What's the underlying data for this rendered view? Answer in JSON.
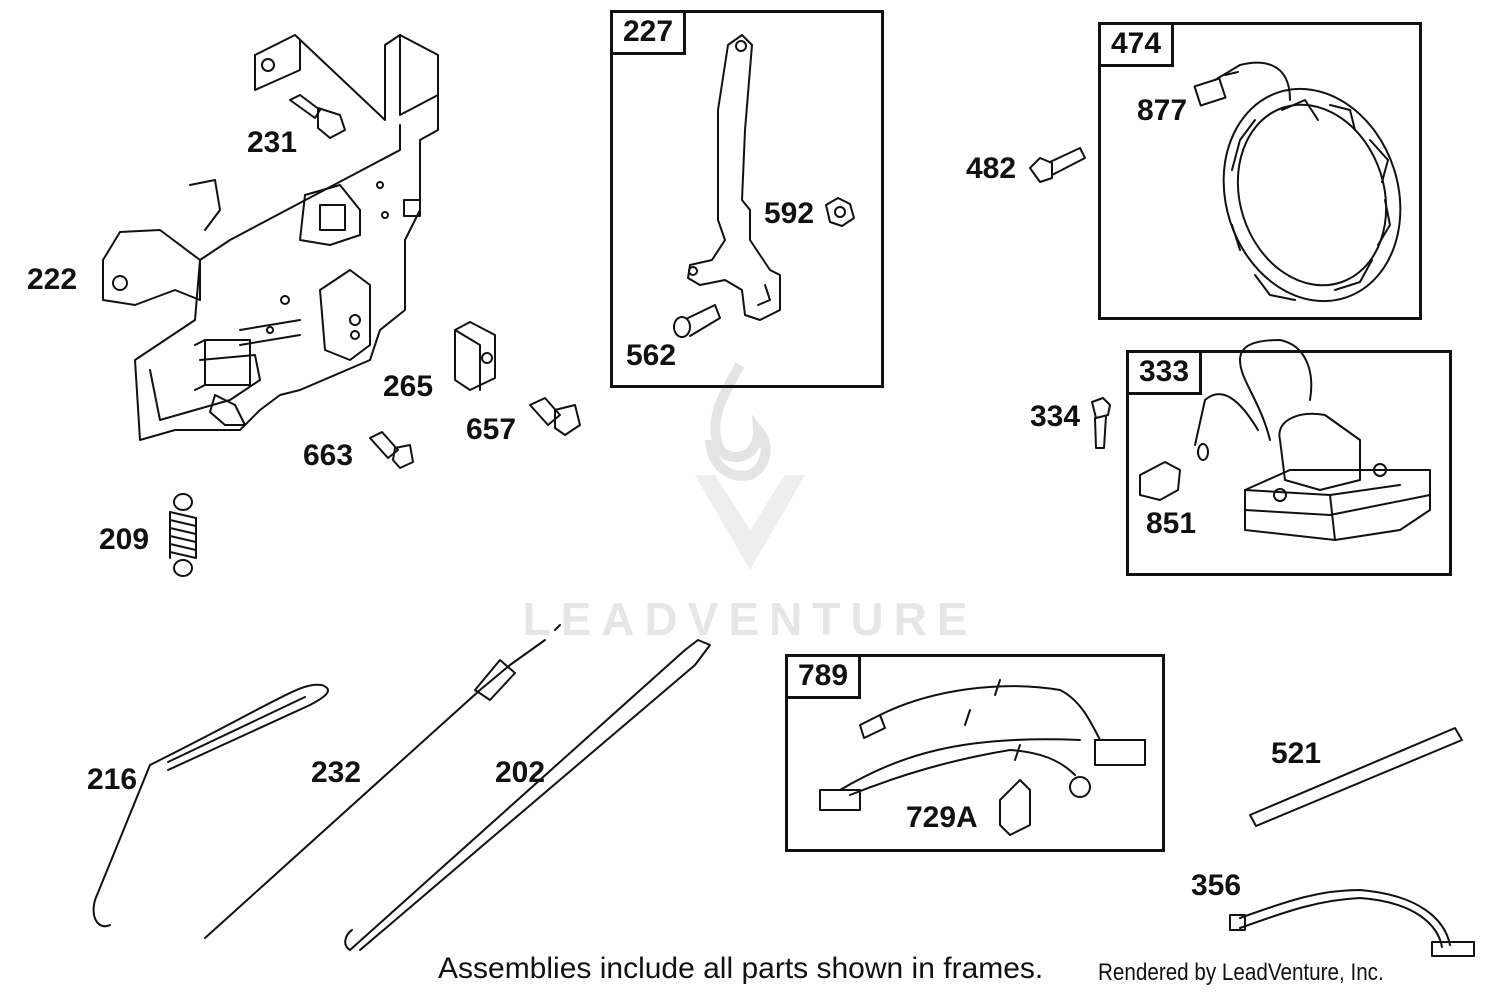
{
  "parts": {
    "p222": "222",
    "p231": "231",
    "p265": "265",
    "p657": "657",
    "p663": "663",
    "p209": "209",
    "p227": "227",
    "p592": "592",
    "p562": "562",
    "p474": "474",
    "p877": "877",
    "p482": "482",
    "p333": "333",
    "p334": "334",
    "p851": "851",
    "p789": "789",
    "p729a": "729A",
    "p521": "521",
    "p356": "356",
    "p216": "216",
    "p232": "232",
    "p202": "202"
  },
  "footer": {
    "note": "Assemblies include all parts shown in frames.",
    "credit": "Rendered by LeadVenture, Inc."
  },
  "watermark": "LEADVENTURE",
  "colors": {
    "ink": "#111111",
    "watermark": "#e6e6e6"
  }
}
